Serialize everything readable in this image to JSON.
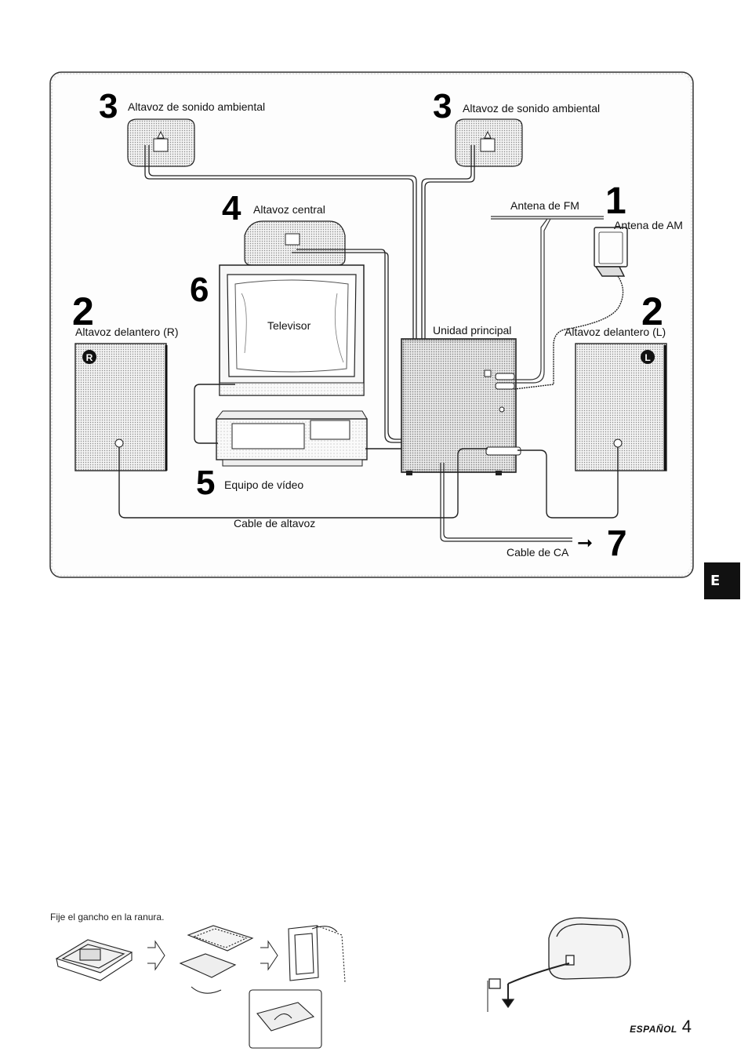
{
  "diagram": {
    "surround_left": {
      "number": "3",
      "label": "Altavoz de sonido ambiental"
    },
    "surround_right": {
      "number": "3",
      "label": "Altavoz de sonido ambiental"
    },
    "center": {
      "number": "4",
      "label": "Altavoz central"
    },
    "fm_antenna": {
      "label": "Antena de FM"
    },
    "am_antenna": {
      "number": "1",
      "label": "Antena de AM"
    },
    "tv": {
      "number": "6",
      "label": "Televisor"
    },
    "front_right": {
      "number": "2",
      "label": "Altavoz delantero (R)",
      "badge": "R"
    },
    "front_left": {
      "number": "2",
      "label": "Altavoz delantero (L)",
      "badge": "L"
    },
    "main_unit": {
      "label": "Unidad principal"
    },
    "vcr": {
      "number": "5",
      "label": "Equipo de vídeo"
    },
    "speaker_cable": {
      "label": "Cable de altavoz"
    },
    "ac_cable": {
      "label": "Cable de CA",
      "arrow": "➞",
      "number": "7"
    }
  },
  "side_tab": "E",
  "antenna_caption": "Fije el gancho en la ranura.",
  "footer": {
    "language": "ESPAÑOL",
    "page": "4"
  }
}
